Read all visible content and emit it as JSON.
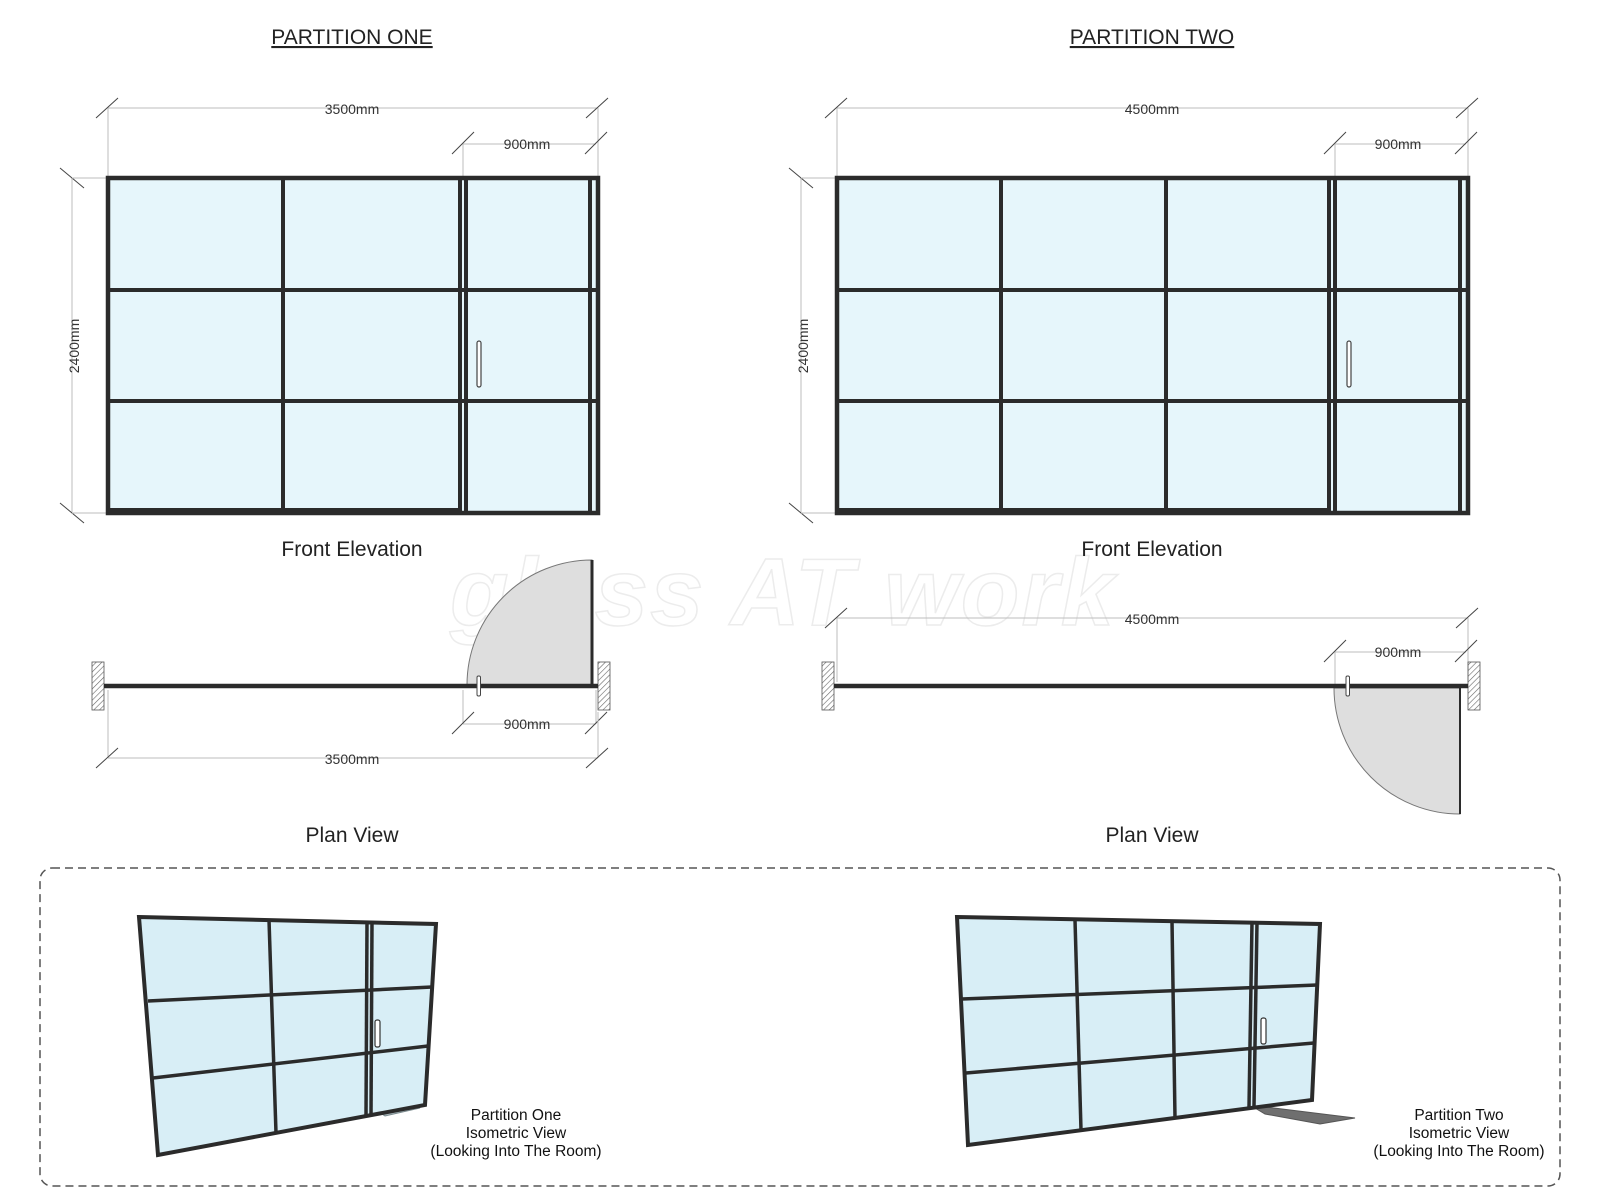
{
  "partitions": [
    {
      "title": "PARTITION ONE",
      "width_label": "3500mm",
      "door_width_label": "900mm",
      "height_label": "2400mm",
      "elevation_caption": "Front Elevation",
      "plan_caption": "Plan View",
      "plan_width_label": "3500mm",
      "plan_door_width_label": "900mm",
      "iso_caption_lines": [
        "Partition One",
        "Isometric View",
        "(Looking Into The Room)"
      ]
    },
    {
      "title": "PARTITION TWO",
      "width_label": "4500mm",
      "door_width_label": "900mm",
      "height_label": "2400mm",
      "elevation_caption": "Front Elevation",
      "plan_caption": "Plan View",
      "plan_width_label": "4500mm",
      "plan_door_width_label": "900mm",
      "iso_caption_lines": [
        "Partition Two",
        "Isometric View",
        "(Looking Into The Room)"
      ]
    }
  ],
  "watermark": "glass AT work",
  "colors": {
    "frame": "#2b2b2b",
    "glass": "#e6f6fb",
    "glass_iso": "#d8eef6",
    "door_swing": "#dedede",
    "dim_line": "#bdbdbd",
    "iso_floor_one": "#aab8bc",
    "iso_floor_two": "#6f6f6f"
  }
}
